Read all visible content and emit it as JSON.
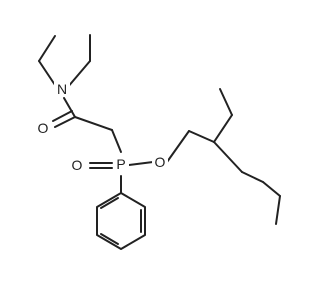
{
  "diagram": {
    "type": "chemical-structure",
    "atom_labels": {
      "nitrogen": "N",
      "carbonyl_oxygen": "O",
      "phosphoryl_oxygen": "O",
      "phosphorus": "P",
      "ester_oxygen": "O"
    },
    "colors": {
      "bond": "#222222",
      "label": "#222222",
      "background": "#ffffff"
    }
  }
}
